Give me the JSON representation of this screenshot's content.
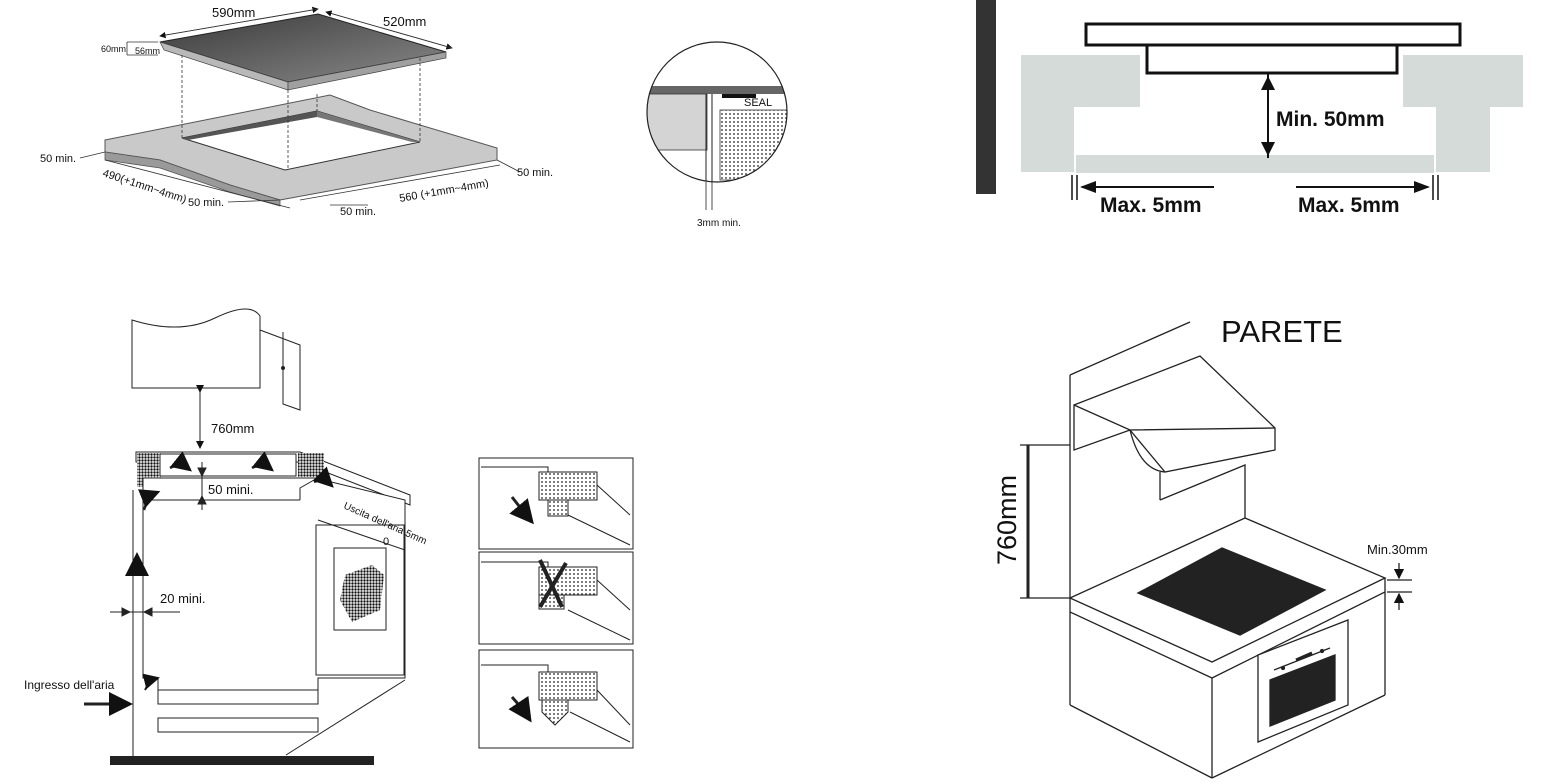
{
  "panel_hob": {
    "dim_width": "590mm",
    "dim_depth": "520mm",
    "dim_height_total": "60mm",
    "dim_height_body": "56mm",
    "cutout_depth": "490(+1mm~4mm)",
    "cutout_width": "560 (+1mm~4mm)",
    "min_left": "50 min.",
    "min_front_left": "50 min.",
    "min_front_right": "50 min.",
    "min_right": "50 min."
  },
  "panel_seal": {
    "seal_label": "SEAL",
    "gap_label": "3mm min."
  },
  "panel_clearance": {
    "min_label": "Min. 50mm",
    "max_left": "Max. 5mm",
    "max_right": "Max. 5mm"
  },
  "panel_oven": {
    "height_label": "760mm",
    "gap_top": "50 mini.",
    "gap_side": "20 mini.",
    "air_in": "Ingresso dell'aria",
    "air_out": "Uscita dell'aria 5mm",
    "ctrl_label": "0"
  },
  "panel_wall": {
    "wall_label": "PARETE",
    "height_label": "760mm",
    "min_label": "Min.30mm"
  }
}
